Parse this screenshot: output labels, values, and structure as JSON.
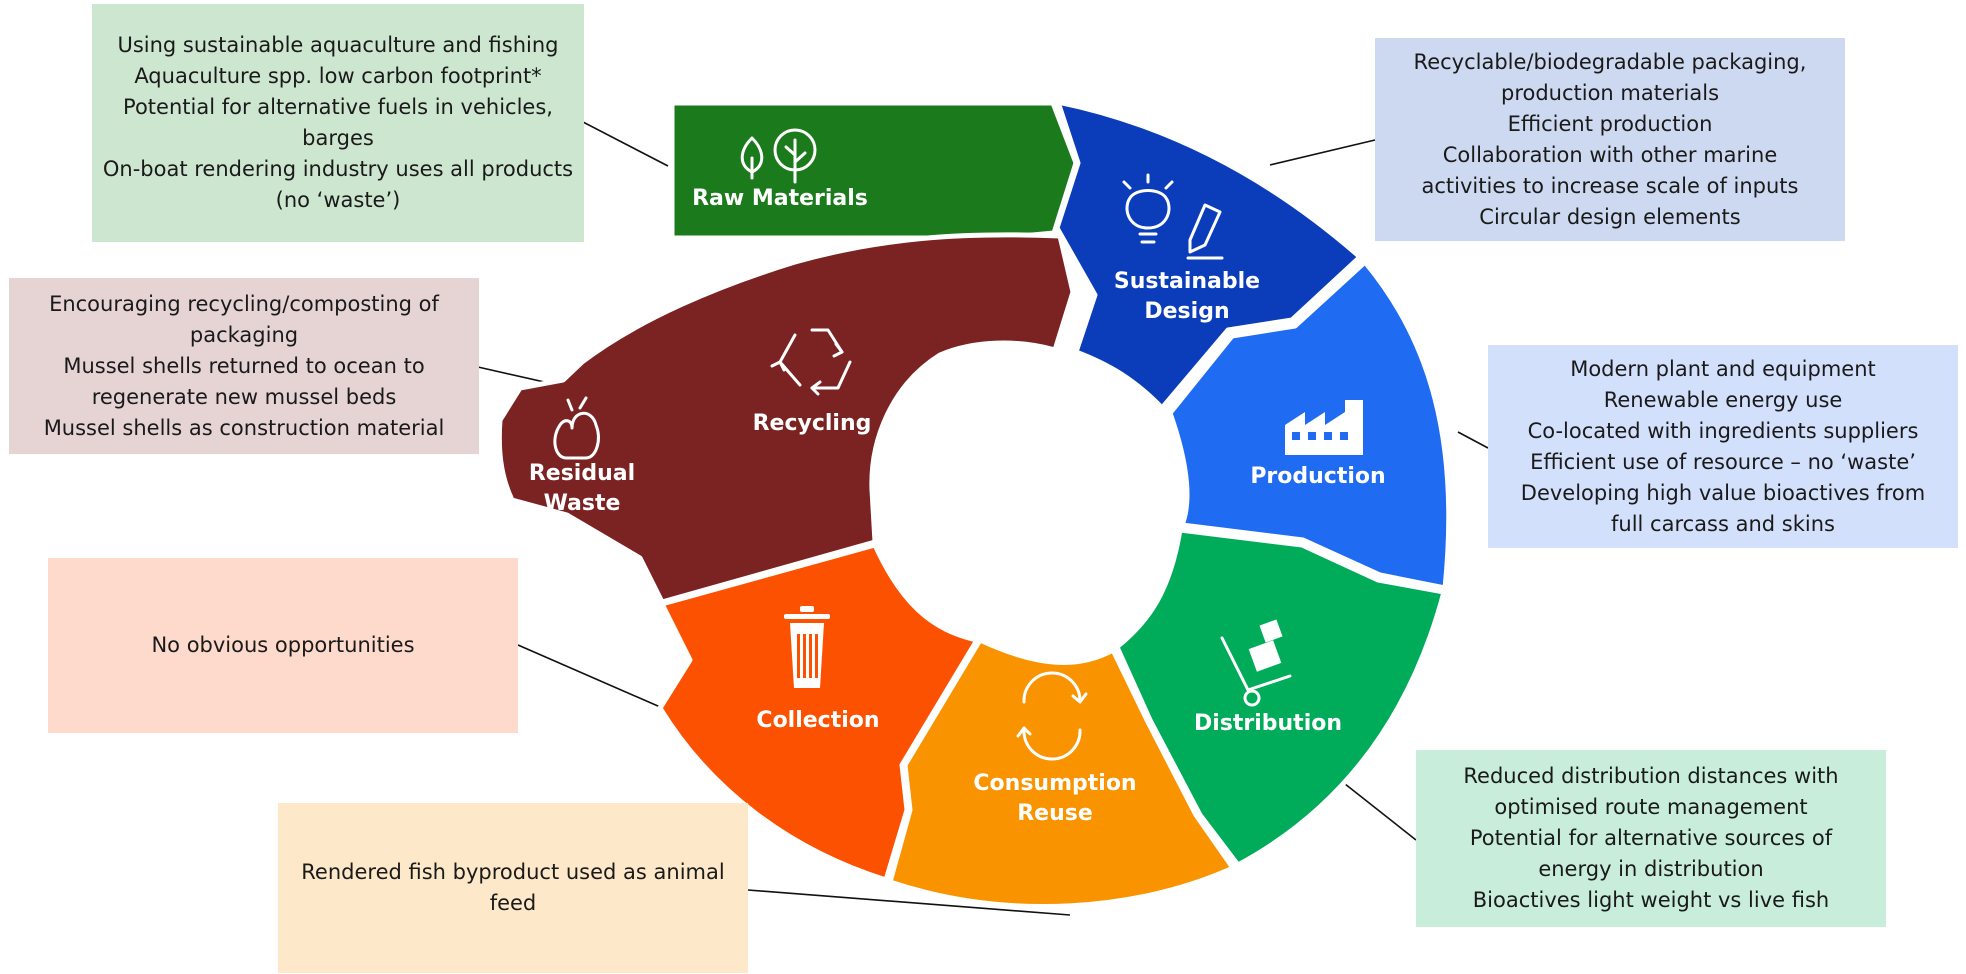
{
  "wheel": {
    "segments": [
      {
        "id": "raw-materials",
        "lines": [
          "Raw Materials"
        ],
        "color": "#1b7a1b",
        "icon": "leaf-tree-icon"
      },
      {
        "id": "sustainable-design",
        "lines": [
          "Sustainable",
          "Design"
        ],
        "color": "#0b3dba",
        "icon": "lightbulb-pencil-icon"
      },
      {
        "id": "production",
        "lines": [
          "Production"
        ],
        "color": "#1f6cf2",
        "icon": "factory-icon"
      },
      {
        "id": "distribution",
        "lines": [
          "Distribution"
        ],
        "color": "#00ab5a",
        "icon": "hand-truck-icon"
      },
      {
        "id": "consumption-reuse",
        "lines": [
          "Consumption",
          "Reuse"
        ],
        "color": "#fa9300",
        "icon": "cycle-arrows-icon"
      },
      {
        "id": "collection",
        "lines": [
          "Collection"
        ],
        "color": "#fb5100",
        "icon": "trash-bin-icon"
      },
      {
        "id": "residual-waste",
        "lines": [
          "Residual",
          "Waste"
        ],
        "color": "#7b2323",
        "icon": "waste-bag-icon"
      },
      {
        "id": "recycling",
        "lines": [
          "Recycling"
        ],
        "color": "#7b2323",
        "icon": "recycle-icon"
      }
    ]
  },
  "notes": {
    "raw_materials": {
      "color": "#cde6cf",
      "lines": [
        "Using sustainable aquaculture and fishing",
        "Aquaculture spp. low carbon footprint*",
        "Potential for alternative fuels in vehicles,",
        "barges",
        "On-boat rendering industry uses all products",
        "(no ‘waste’)"
      ]
    },
    "sustainable_design": {
      "color": "#cdd9f0",
      "lines": [
        "Recyclable/biodegradable packaging,",
        "production materials",
        "Efficient production",
        "Collaboration with other marine",
        "activities to increase scale of inputs",
        "Circular design elements"
      ]
    },
    "production": {
      "color": "#d2e0fb",
      "lines": [
        "Modern plant and equipment",
        "Renewable energy use",
        "Co-located with ingredients suppliers",
        "Efficient use of resource – no ‘waste’",
        "Developing high value bioactives from",
        "full carcass and skins"
      ]
    },
    "distribution": {
      "color": "#c8eedb",
      "lines": [
        "Reduced distribution distances with",
        "optimised route management",
        "Potential for alternative sources of",
        "energy in distribution",
        "Bioactives light weight vs live fish"
      ]
    },
    "consumption_reuse": {
      "color": "#fde8c9",
      "lines": [
        "Rendered fish byproduct used as animal",
        "feed"
      ]
    },
    "collection": {
      "color": "#fddacb",
      "lines": [
        "No obvious opportunities"
      ]
    },
    "recycling": {
      "color": "#e6d3d4",
      "lines": [
        "Encouraging recycling/composting of",
        "packaging",
        "Mussel shells returned to ocean to",
        "regenerate new mussel beds",
        "Mussel shells as construction material"
      ]
    }
  }
}
